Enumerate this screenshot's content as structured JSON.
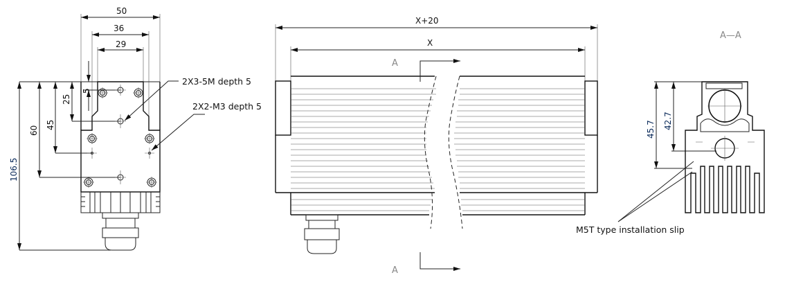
{
  "front_view": {
    "dims": {
      "width_outer": "50",
      "width_mid": "36",
      "width_inner": "29",
      "height_total": "106.5",
      "height_60": "60",
      "height_45": "45",
      "height_25": "25",
      "height_5": "5"
    },
    "notes": {
      "holes_m5": "2X3-5M depth 5",
      "holes_m3": "2X2-M3 depth 5"
    }
  },
  "side_view": {
    "dims": {
      "total_length": "X+20",
      "length": "X"
    },
    "section_marker_top": "A",
    "section_marker_bottom": "A"
  },
  "section_view": {
    "title": "A—A",
    "dims": {
      "height_45_7": "45.7",
      "height_42_7": "42.7"
    },
    "note": "M5T type installation slip"
  },
  "colors": {
    "line": "#222222",
    "dim_text": "#0a2a5a"
  }
}
